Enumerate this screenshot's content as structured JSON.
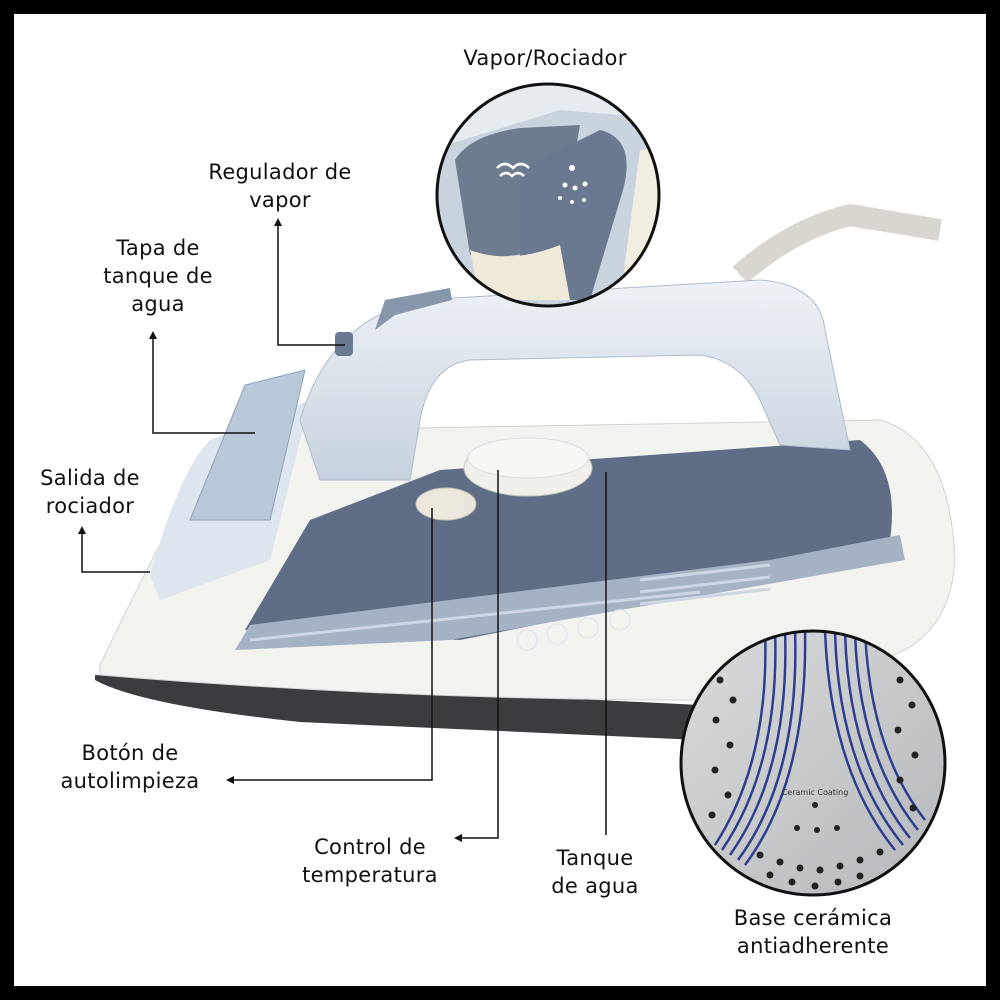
{
  "labels": {
    "vapor_rociador": "Vapor/Rociador",
    "regulador": [
      "Regulador de",
      "vapor"
    ],
    "tapa": [
      "Tapa de",
      "tanque de",
      "agua"
    ],
    "salida": [
      "Salida de",
      "rociador"
    ],
    "boton": [
      "Botón de",
      "autolimpieza"
    ],
    "control": [
      "Control de",
      "temperatura"
    ],
    "tanque": [
      "Tanque",
      "de agua"
    ],
    "base": [
      "Base cerámica",
      "antiadherente"
    ]
  },
  "soleplate_print": "Ceramic Coating",
  "colors": {
    "frame": "#000000",
    "body_light": "#dfe6ee",
    "body_dark": "#5c6b82",
    "white": "#f4f4f2",
    "plate": "#c9cbcd",
    "plate_lines": "#2c3f8f"
  }
}
